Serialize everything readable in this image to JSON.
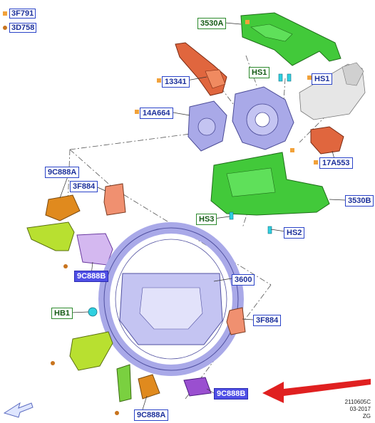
{
  "legend": [
    {
      "code": "3F791",
      "marker": "square",
      "color": "#f2a23a"
    },
    {
      "code": "3D758",
      "marker": "circle",
      "color": "#c8741e"
    }
  ],
  "callouts": {
    "c_3530A": "3530A",
    "c_HS1_a": "HS1",
    "c_HS1_b": "HS1",
    "c_13341": "13341",
    "c_14A664": "14A664",
    "c_17A553": "17A553",
    "c_9C888A_top": "9C888A",
    "c_3F884_top": "3F884",
    "c_3530B": "3530B",
    "c_HS3": "HS3",
    "c_HS2": "HS2",
    "c_9C888B_left": "9C888B",
    "c_3600": "3600",
    "c_HB1": "HB1",
    "c_3F884_right": "3F884",
    "c_9C888B_bottom": "9C888B",
    "c_9C888A_bottom": "9C888A"
  },
  "stamp": {
    "line1": "2110605C",
    "line2": "03-2017",
    "line3": "ZG"
  },
  "colors": {
    "green_part": "#42c93a",
    "orange_part": "#e0663e",
    "amber_part": "#e08a1e",
    "lavender_part": "#a9a9e8",
    "yellow_green_part": "#b8e030",
    "purple_part": "#9a4fd0",
    "arrow_red": "#e02020",
    "cyan_fastener": "#2fd0e0"
  }
}
